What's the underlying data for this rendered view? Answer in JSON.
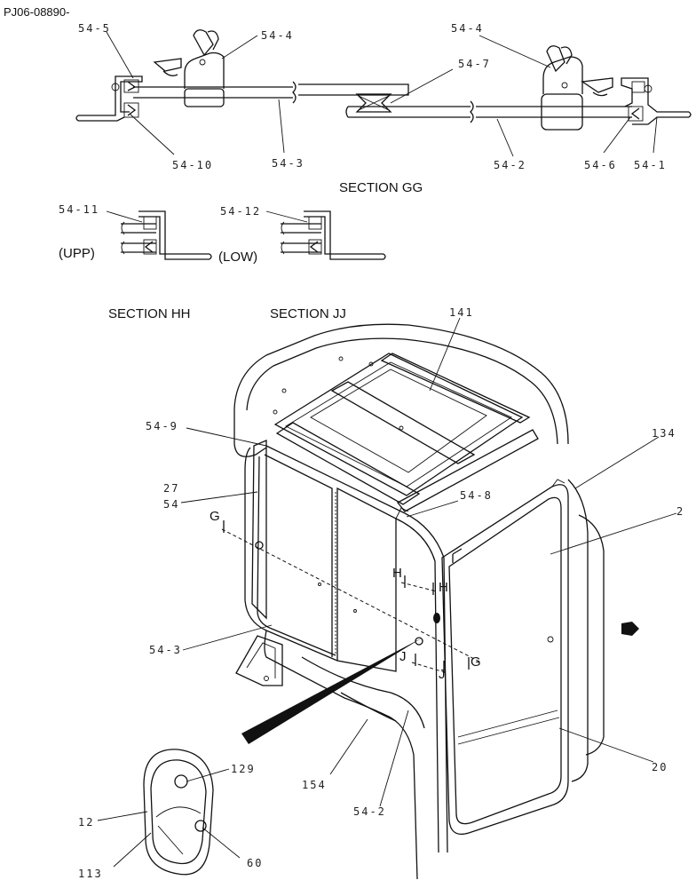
{
  "drawing_code": "PJ06-08890-",
  "section_titles": {
    "gg": "SECTION GG",
    "hh": "SECTION HH",
    "jj": "SECTION JJ"
  },
  "positions": {
    "upp": "(UPP)",
    "low": "(LOW)"
  },
  "cut_marks": [
    "G",
    "G",
    "H",
    "H",
    "J",
    "J"
  ],
  "labels": {
    "p54_5": "54-5",
    "p54_4a": "54-4",
    "p54_4b": "54-4",
    "p54_7": "54-7",
    "p54_10": "54-10",
    "p54_3a": "54-3",
    "p54_2a": "54-2",
    "p54_6": "54-6",
    "p54_1": "54-1",
    "p54_11": "54-11",
    "p54_12": "54-12",
    "p141": "141",
    "p54_9": "54-9",
    "p27": "27",
    "p54": "54",
    "p54_8": "54-8",
    "p134": "134",
    "p2": "2",
    "p54_3b": "54-3",
    "p20": "20",
    "p154": "154",
    "p54_2b": "54-2",
    "p129": "129",
    "p12": "12",
    "p113": "113",
    "p60": "60"
  }
}
